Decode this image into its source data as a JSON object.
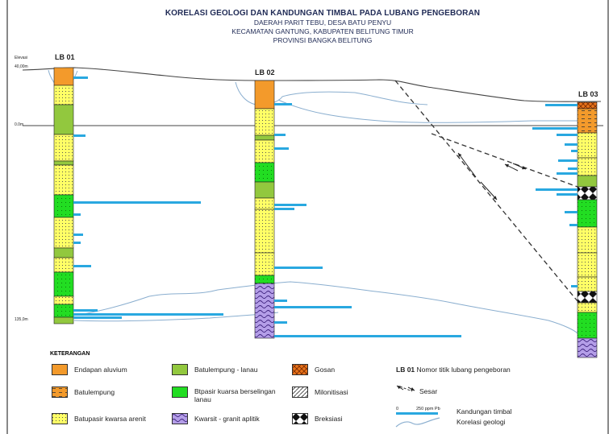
{
  "header": {
    "title": "KORELASI GEOLOGI DAN  KANDUNGAN TIMBAL PADA LUBANG PENGEBORAN",
    "line2": "DAERAH PARIT TEBU, DESA BATU PENYU",
    "line3": "KECAMATAN GANTUNG, KABUPATEN BELITUNG TIMUR",
    "line4": "PROVINSI  BANGKA BELITUNG"
  },
  "axis": {
    "elevasi_label": "Elevasi",
    "top_value": "40,00m",
    "zero_value": "0.0m",
    "bottom_value": "135,0m"
  },
  "boreholes": [
    {
      "id": "LB 01"
    },
    {
      "id": "LB 02"
    },
    {
      "id": "LB 03"
    }
  ],
  "legend": {
    "title": "KETERANGAN",
    "items": [
      {
        "label": "Endapan aluvium",
        "pattern": "aluvium"
      },
      {
        "label": "Batulempung",
        "pattern": "batulempung"
      },
      {
        "label": "Batupasir kwarsa arenit",
        "pattern": "batupasir"
      },
      {
        "label": "Batulempung - lanau",
        "pattern": "lanau"
      },
      {
        "label": "Btpasir kuarsa berselingan lanau",
        "pattern": "selingan"
      },
      {
        "label": "Kwarsit - granit aplitik",
        "pattern": "kwarsit"
      },
      {
        "label": "Gosan",
        "pattern": "gosan"
      },
      {
        "label": "Milonitisasi",
        "pattern": "milonit"
      },
      {
        "label": "Breksiasi",
        "pattern": "breksi"
      }
    ],
    "borehole_code": "LB 01",
    "borehole_desc": "Nomor titik lubang pengeboran",
    "fault_label": "Sesar",
    "scale_zero": "0",
    "scale_value": "250 ppm Pb",
    "pb_label": "Kandungan timbal",
    "corr_label": "Korelasi geologi"
  },
  "colors": {
    "aluvium": "#f39a2b",
    "batupasir": "#ffff66",
    "lanau": "#92c83e",
    "selingan": "#22dd22",
    "kwarsit": "#b49ee8",
    "pb_bar": "#29a8e0",
    "correlation": "#8aaecf",
    "title": "#1f2a55"
  }
}
